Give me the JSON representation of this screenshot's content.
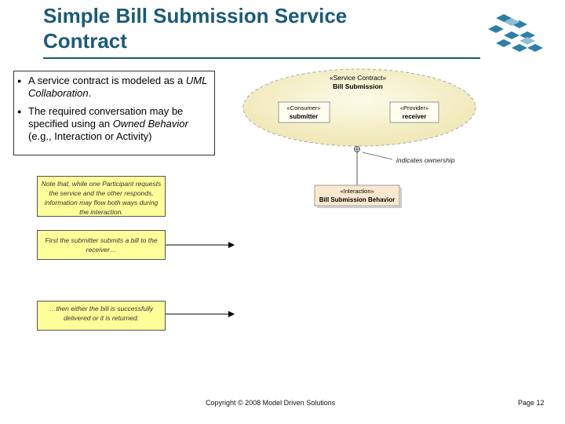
{
  "title": {
    "line1": "Simple Bill Submission Service",
    "line2": "Contract"
  },
  "bullets": [
    {
      "pre": "A service contract is modeled as a ",
      "italic": "UML Collaboration",
      "post": "."
    },
    {
      "pre": "The required conversation may be specified using an ",
      "italic": "Owned Behavior",
      "post": " (e.g., Interaction or Activity)"
    }
  ],
  "notes": [
    "Note that, while one Participant requests the service and the other responds, information may flow both ways during the interaction.",
    "First the submitter submits a bill to the receiver…",
    "…then either the bill is successfully delivered or it is returned."
  ],
  "diagram": {
    "contract_stereotype": "«Service Contract»",
    "contract_name": "Bill Submission",
    "consumer_stereotype": "«Consumer»",
    "consumer_name": "submitter",
    "provider_stereotype": "«Provider»",
    "provider_name": "receiver",
    "ownership_label": "indicates ownership",
    "interaction_stereotype": "«Interaction»",
    "interaction_name": "Bill Submission Behavior"
  },
  "footer": {
    "copyright": "Copyright © 2008 Model Driven Solutions",
    "page": "Page 12"
  },
  "colors": {
    "title": "#1b5b79",
    "note_fill": "#ffff99",
    "ellipse_fill": "#f6f1c4",
    "interaction_fill": "#fbe9cf",
    "logo_blue": "#2e7fa8"
  },
  "icons": [
    "logo-icon"
  ]
}
